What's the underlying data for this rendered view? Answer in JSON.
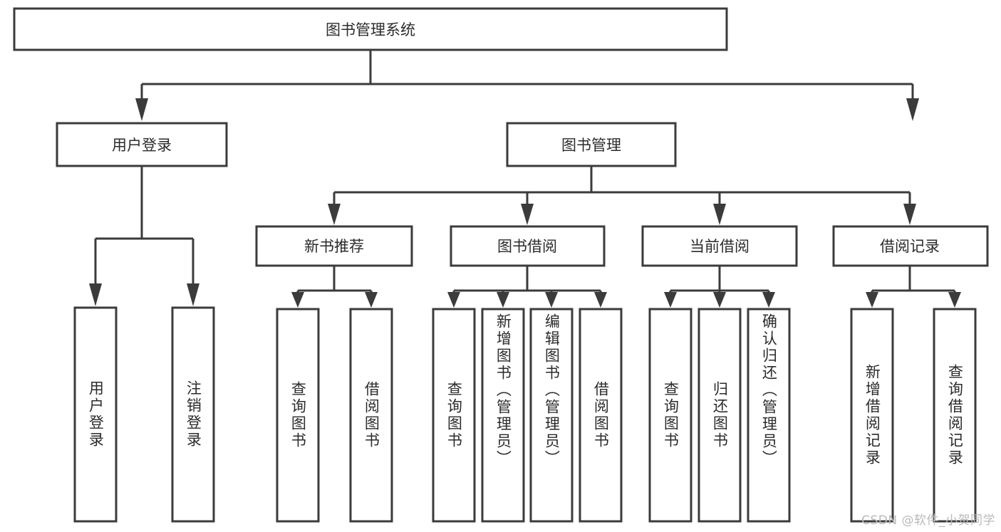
{
  "diagram": {
    "title": "图书管理系统",
    "type": "tree",
    "background_color": "#ffffff",
    "line_color": "#3b3b3b",
    "text_color": "#2b2b2b",
    "watermark": "CSDN @软件_小贺同学"
  },
  "nodes": {
    "root": {
      "label": "图书管理系统"
    },
    "level1": [
      {
        "label": "用户登录"
      },
      {
        "label": "图书管理"
      }
    ],
    "level2": [
      {
        "label": "新书推荐"
      },
      {
        "label": "图书借阅"
      },
      {
        "label": "当前借阅"
      },
      {
        "label": "借阅记录"
      }
    ],
    "leaves": {
      "user_login": [
        {
          "label": "用户登录"
        },
        {
          "label": "注销登录"
        }
      ],
      "new_book_recommend": [
        {
          "label": "查询图书"
        },
        {
          "label": "借阅图书"
        }
      ],
      "book_borrow": [
        {
          "label": "查询图书"
        },
        {
          "label": "新增图书（管理员）"
        },
        {
          "label": "编辑图书（管理员）"
        },
        {
          "label": "借阅图书"
        }
      ],
      "current_borrow": [
        {
          "label": "查询图书"
        },
        {
          "label": "归还图书"
        },
        {
          "label": "确认归还（管理员）"
        }
      ],
      "borrow_records": [
        {
          "label": "新增借阅记录"
        },
        {
          "label": "查询借阅记录"
        }
      ]
    }
  }
}
